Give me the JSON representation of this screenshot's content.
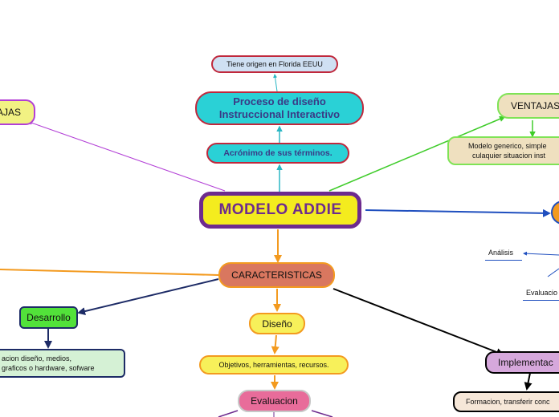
{
  "central": {
    "label": "MODELO ADDIE"
  },
  "top": {
    "origin": "Tiene origen en Florida EEUU",
    "process": [
      "Proceso de diseño",
      "Instruccional Interactivo"
    ],
    "acronym": "Acrónimo de sus términos."
  },
  "left_top": {
    "label": "TAJAS"
  },
  "right_top": {
    "ventajas": "VENTAJAS",
    "desc": [
      "Modelo generico, simple",
      "culaquier situacion inst"
    ]
  },
  "right_mid": {
    "analisis": "Análisis",
    "evaluacion": "Evaluacio"
  },
  "caracteristicas": {
    "label": "CARACTERISTICAS"
  },
  "desarrollo": {
    "label": "Desarrollo",
    "desc": [
      "acion diseño, medios,",
      "graficos o hardware, sofware"
    ]
  },
  "diseno": {
    "label": "Diseño",
    "desc": "Objetivos, herramientas, recursos."
  },
  "evaluacion": {
    "label": "Evaluacion"
  },
  "implementacion": {
    "label": "Implementac",
    "desc": "Formacion, transferir conc"
  },
  "colors": {
    "central_fill": "#f4ec1e",
    "central_border": "#6d2b8e",
    "cyan": "#2ad1d6",
    "crimson": "#c0283c",
    "salmon": "#d9775f",
    "yellow": "#f7f05a",
    "green": "#52e23a",
    "pink": "#e86c9a",
    "purple_light": "#d6a8dc",
    "tan": "#efe0bf",
    "beige": "#f6e7d8"
  }
}
